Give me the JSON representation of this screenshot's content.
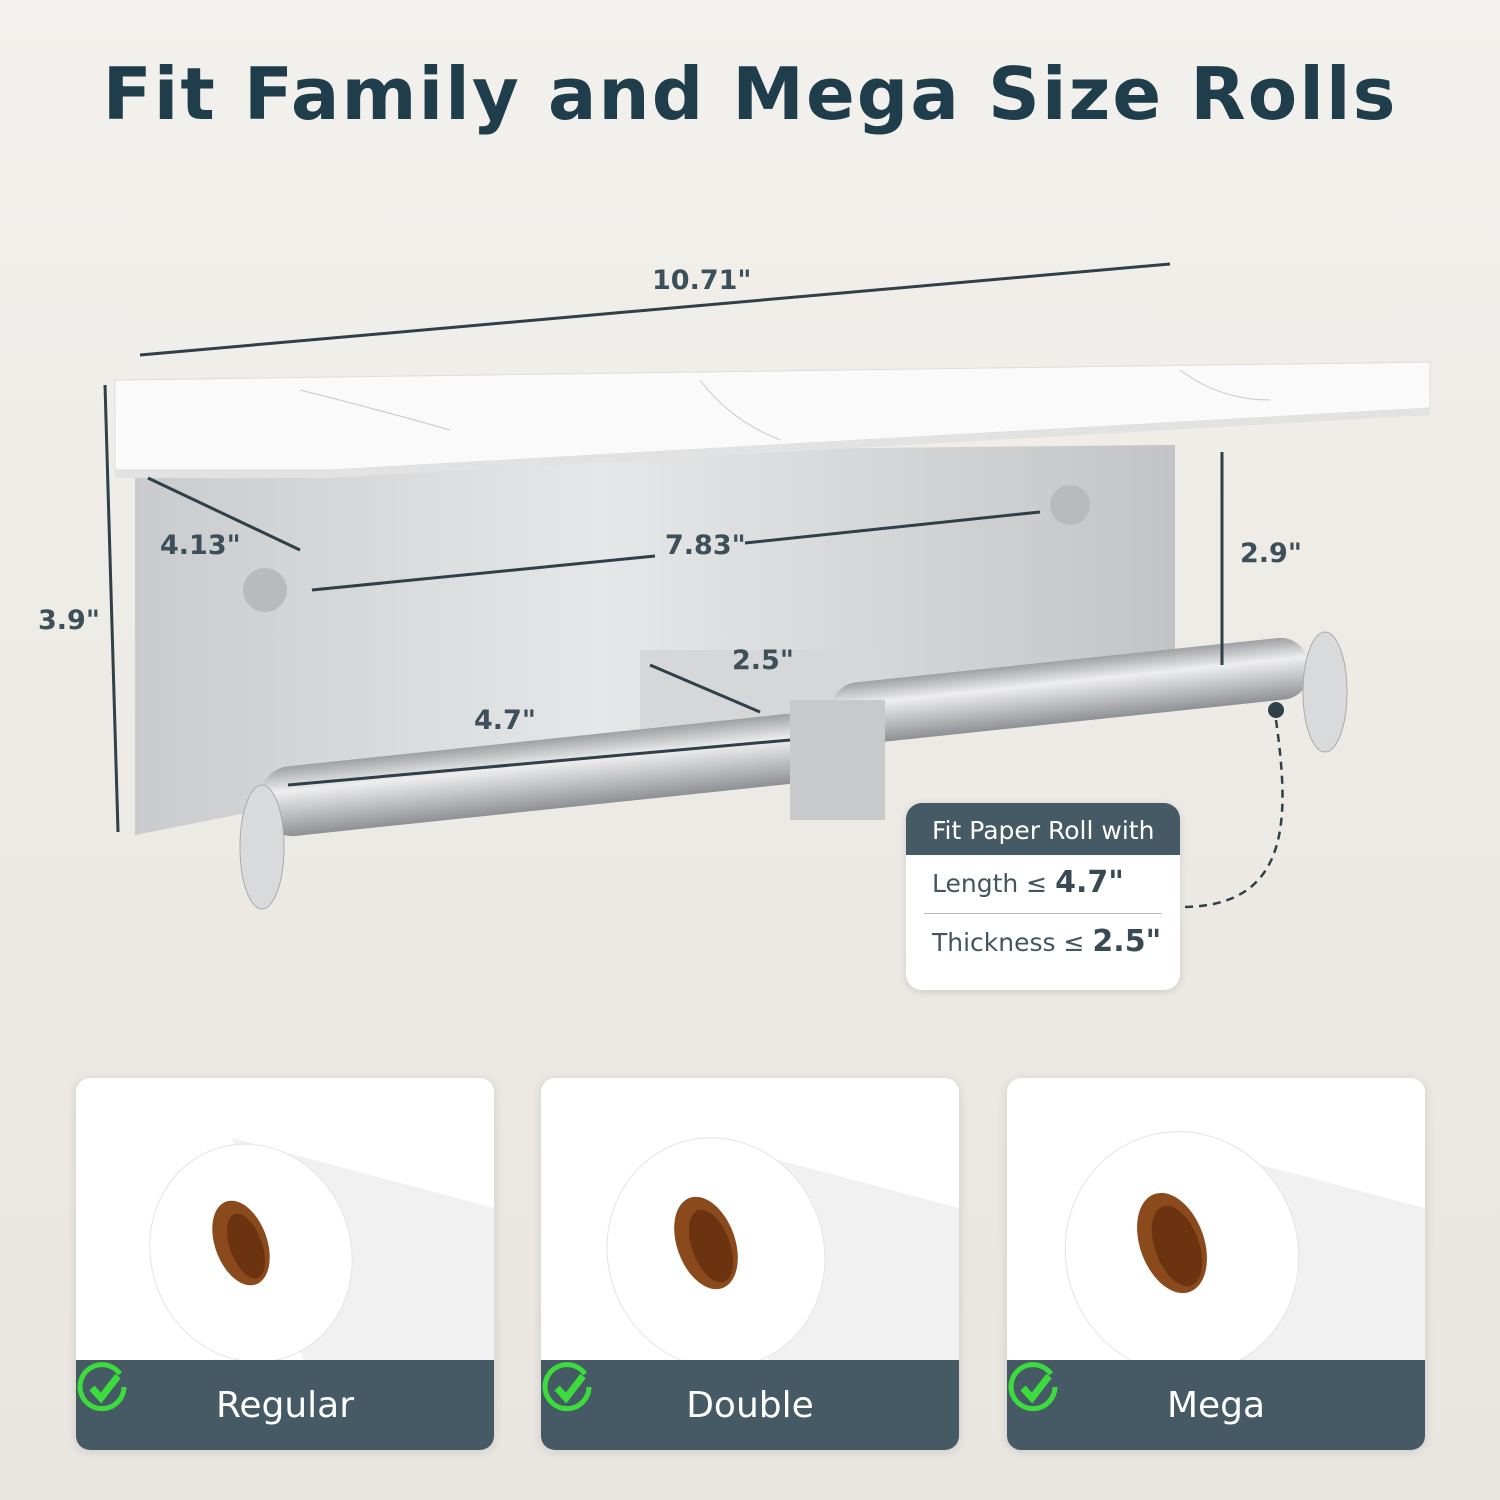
{
  "title": "Fit Family and Mega Size Rolls",
  "dimensions": {
    "width": "10.71\"",
    "depth": "4.13\"",
    "mount_spacing": "7.83\"",
    "height": "3.9\"",
    "shelf_to_rod": "2.9\"",
    "rod_length": "4.7\"",
    "roll_gap": "2.5\""
  },
  "info_box": {
    "header": "Fit Paper Roll with",
    "length_label": "Length ≤",
    "length_value": "4.7\"",
    "thickness_label": "Thickness ≤",
    "thickness_value": "2.5\""
  },
  "roll_types": [
    {
      "label": "Regular"
    },
    {
      "label": "Double"
    },
    {
      "label": "Mega"
    }
  ],
  "colors": {
    "title": "#1f3d4a",
    "panel": "#455a64",
    "check": "#3ddc3d"
  }
}
